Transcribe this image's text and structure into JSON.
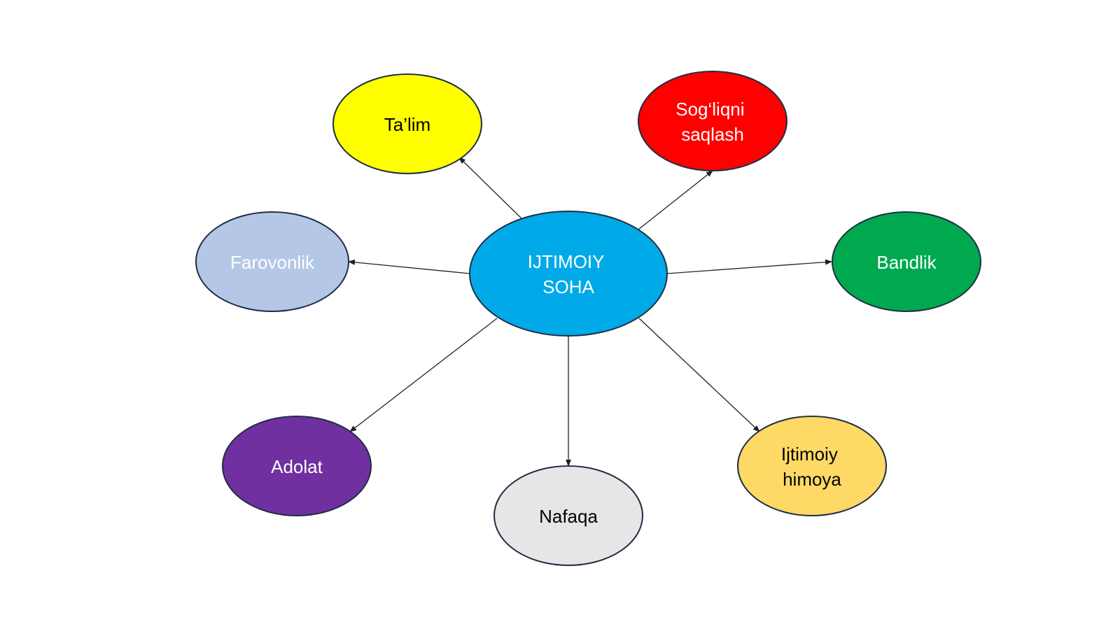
{
  "diagram": {
    "center": {
      "lines": [
        "IJTIMOIY",
        "SOHA"
      ],
      "color": "#00a9e8",
      "text_color": "#ffffff"
    },
    "nodes": {
      "talim": {
        "lines": [
          "Ta’lim"
        ],
        "color": "#ffff00",
        "text_color": "#000000"
      },
      "sogliqni_saqlash": {
        "lines": [
          "Sog‘liqni",
          "saqlash"
        ],
        "color": "#ff0000",
        "text_color": "#ffffff"
      },
      "bandlik": {
        "lines": [
          "Bandlik"
        ],
        "color": "#00a94f",
        "text_color": "#ffffff"
      },
      "ijtimoiy_himoya": {
        "lines": [
          "Ijtimoiy",
          "himoya"
        ],
        "color": "#ffd966",
        "text_color": "#000000"
      },
      "nafaqa": {
        "lines": [
          "Nafaqa"
        ],
        "color": "#e7e6e6",
        "text_color": "#000000"
      },
      "adolat": {
        "lines": [
          "Adolat"
        ],
        "color": "#7030a0",
        "text_color": "#ffffff"
      },
      "farovonlik": {
        "lines": [
          "Farovonlik"
        ],
        "color": "#b4c7e7",
        "text_color": "#ffffff"
      }
    }
  }
}
